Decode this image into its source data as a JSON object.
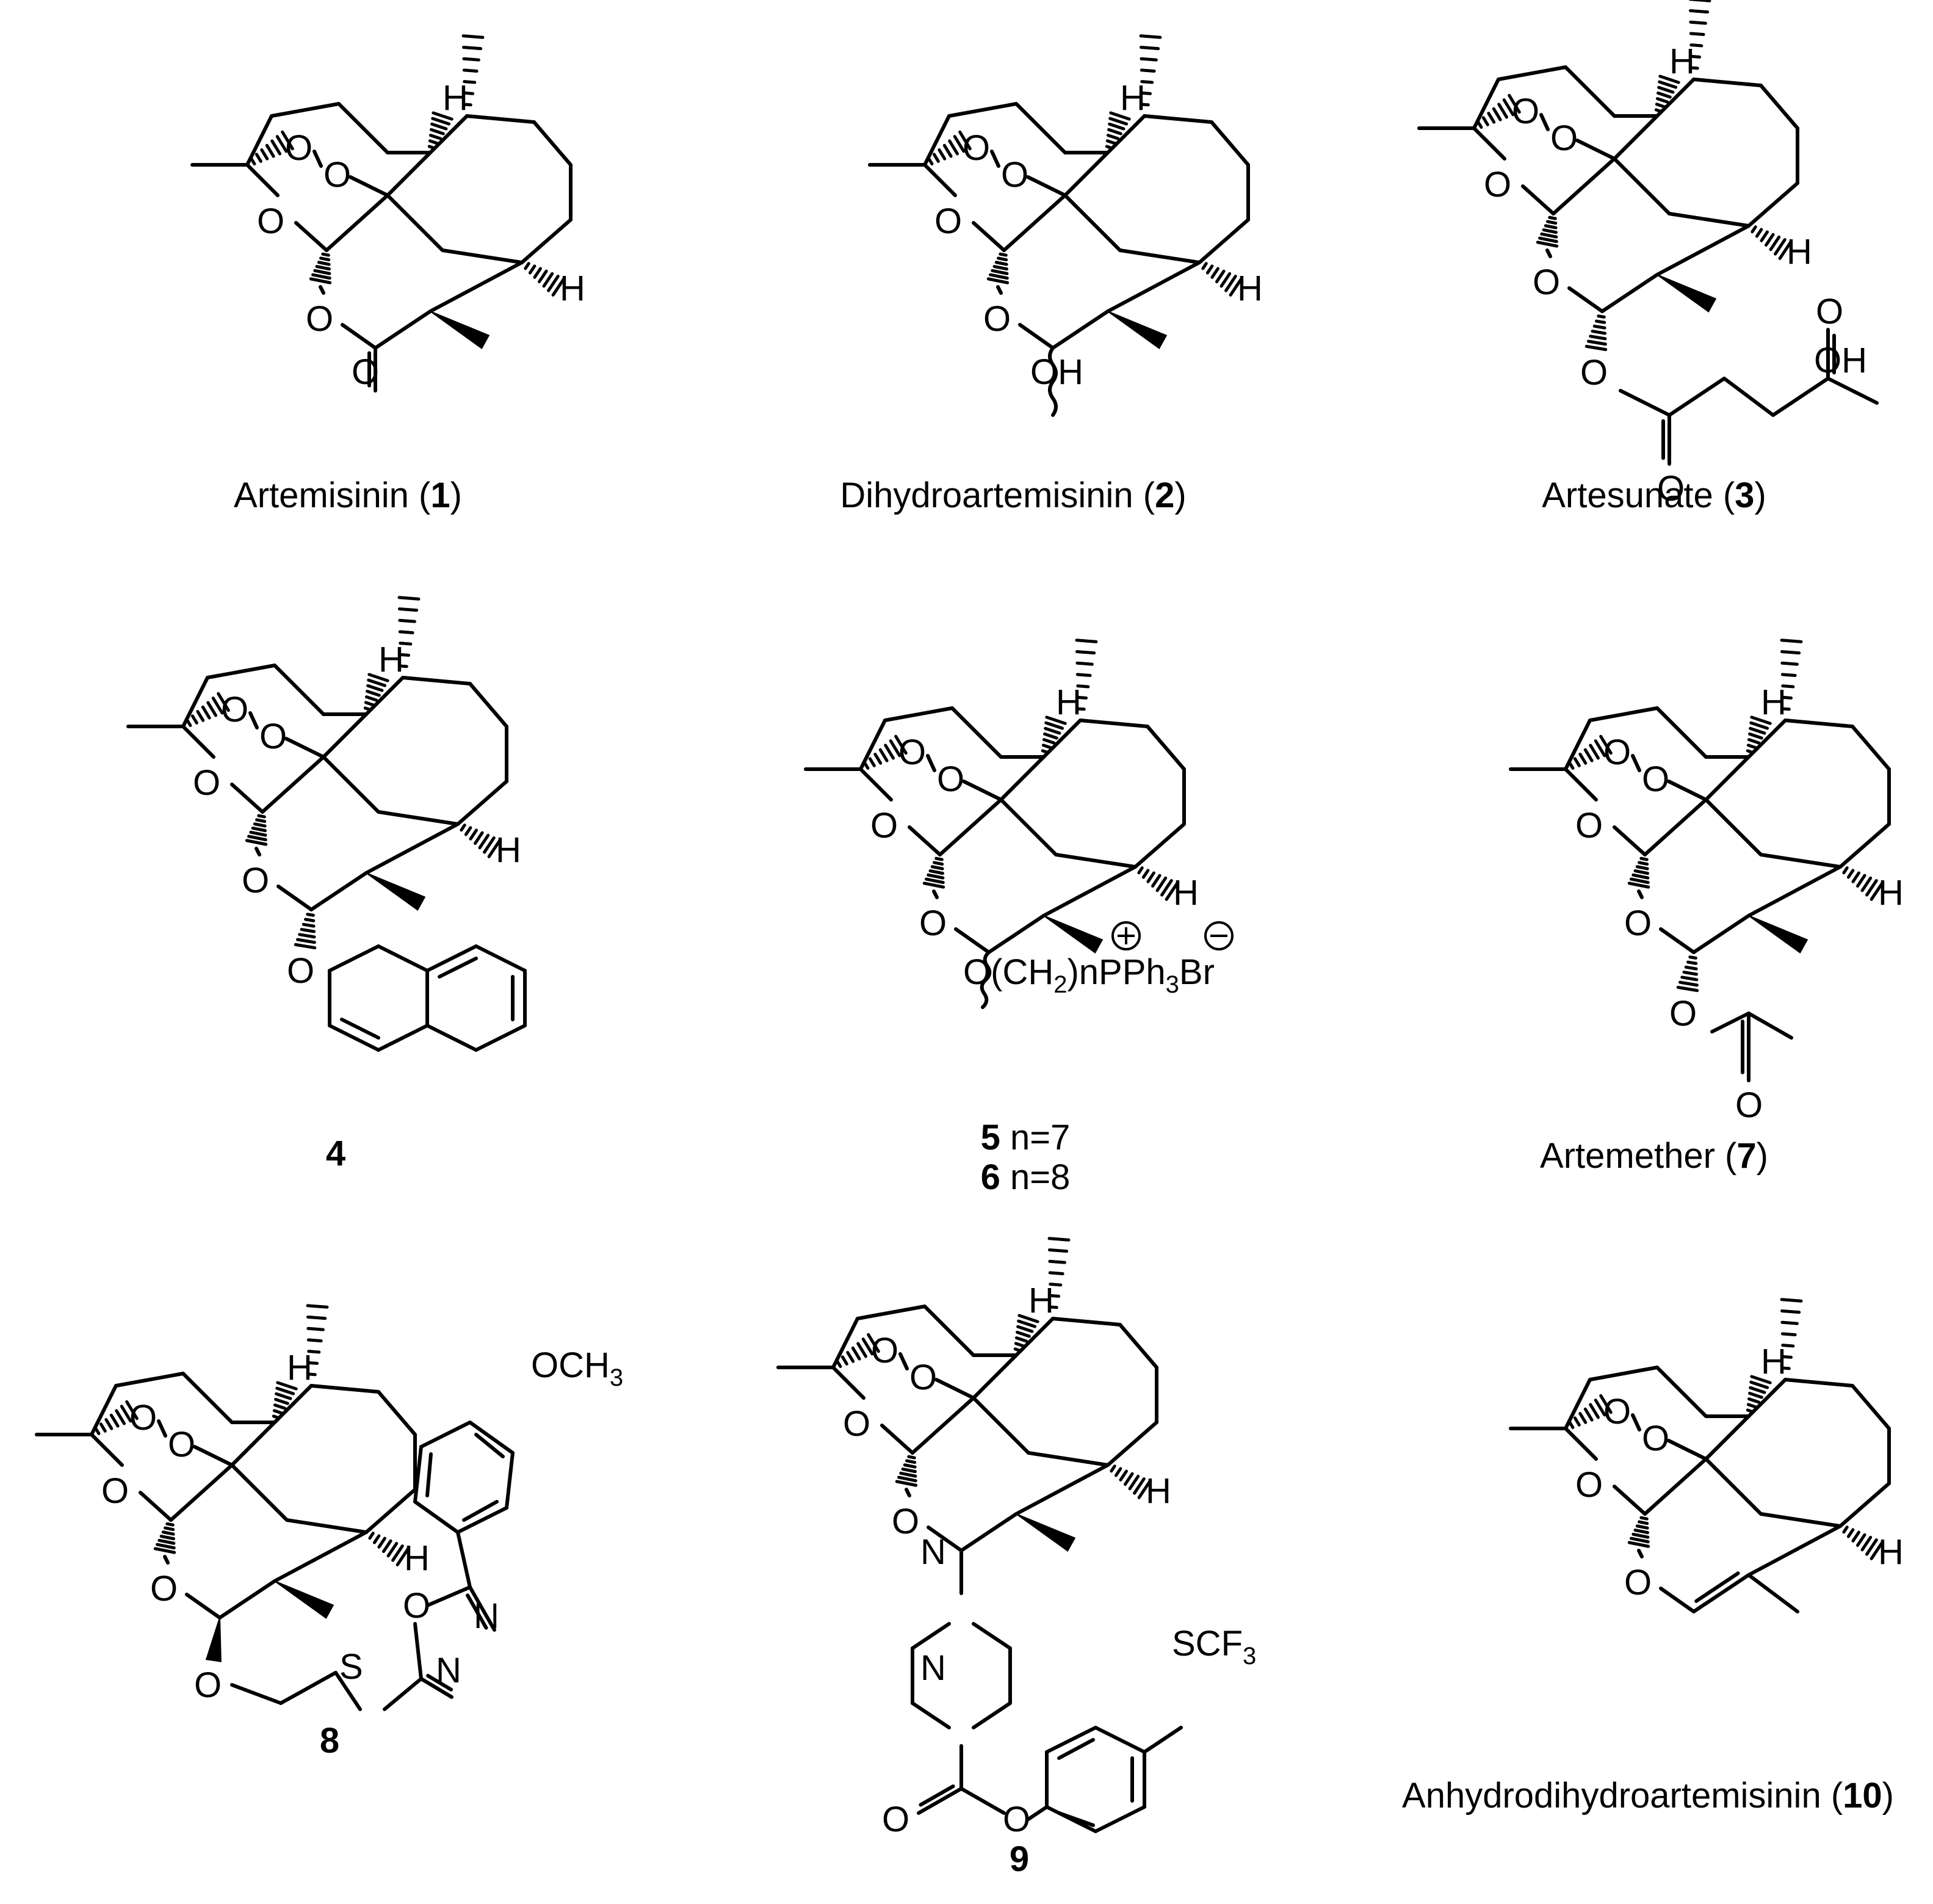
{
  "figure": {
    "compounds": [
      {
        "id": "1",
        "name": "Artemisinin",
        "number": "1",
        "substituent": "O",
        "atoms": {
          "H_top": "H",
          "H_mid": "H",
          "O": "O"
        }
      },
      {
        "id": "2",
        "name": "Dihydroartemisinin",
        "number": "2",
        "substituent": "OH",
        "atoms": {
          "H_top": "H",
          "H_mid": "H",
          "O": "O"
        }
      },
      {
        "id": "3",
        "name": "Artesunate",
        "number": "3",
        "substituent": "OH",
        "atoms": {
          "H_top": "H",
          "H_mid": "H",
          "O": "O"
        }
      },
      {
        "id": "4",
        "name": "",
        "number": "4",
        "atoms": {
          "H_top": "H",
          "H_mid": "H",
          "O": "O"
        }
      },
      {
        "id": "5-6",
        "name": "",
        "number": "",
        "substituent_parts": [
          "O(CH",
          "2",
          ")nPPh",
          "3",
          "Br"
        ],
        "charge_plus": "+",
        "charge_minus": "−",
        "variants": [
          {
            "number": "5",
            "label": " n=7"
          },
          {
            "number": "6",
            "label": " n=8"
          }
        ],
        "atoms": {
          "H_top": "H",
          "H_mid": "H",
          "O": "O"
        }
      },
      {
        "id": "7",
        "name": "Artemether",
        "number": "7",
        "atoms": {
          "H_top": "H",
          "H_mid": "H",
          "O": "O"
        }
      },
      {
        "id": "8",
        "name": "",
        "number": "8",
        "substituent": "OCH",
        "substituent_sub": "3",
        "heteroatoms": {
          "S": "S",
          "N": "N"
        },
        "atoms": {
          "H_top": "H",
          "H_mid": "H",
          "O": "O"
        }
      },
      {
        "id": "9",
        "name": "",
        "number": "9",
        "substituent": "SCF",
        "substituent_sub": "3",
        "heteroatoms": {
          "N": "N"
        },
        "atoms": {
          "H_top": "H",
          "H_mid": "H",
          "O": "O"
        }
      },
      {
        "id": "10",
        "name": "Anhydrodihydroartemisinin",
        "number": "10",
        "atoms": {
          "H_top": "H",
          "H_mid": "H",
          "O": "O"
        }
      }
    ]
  }
}
